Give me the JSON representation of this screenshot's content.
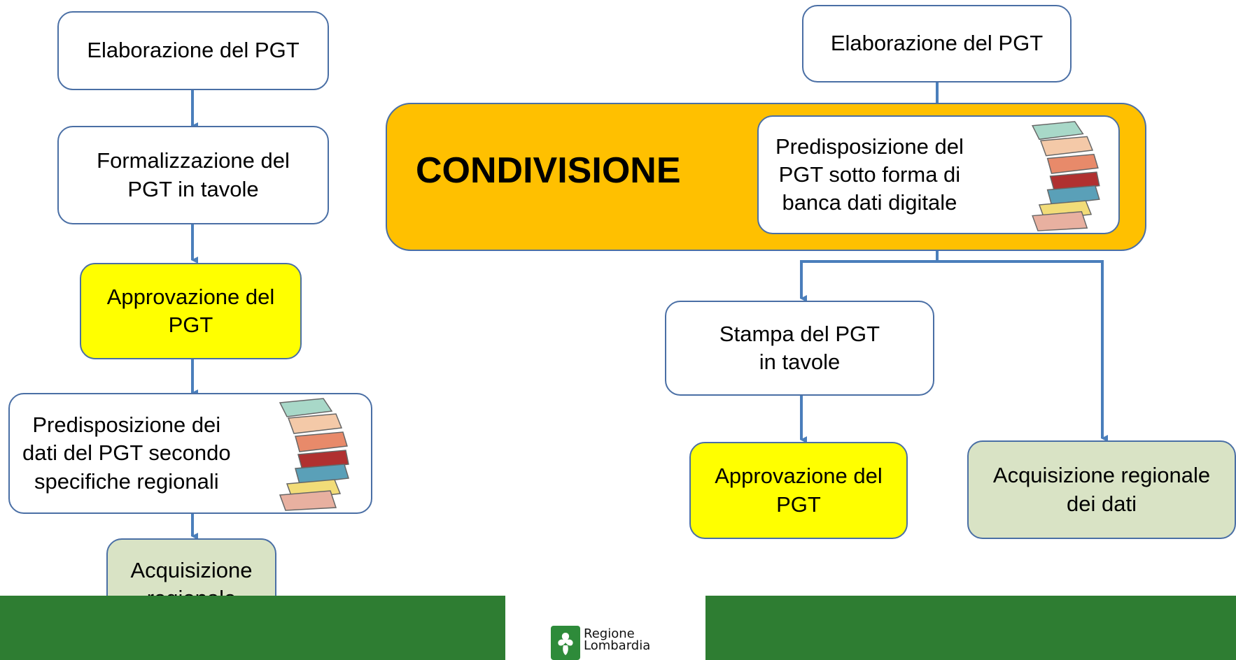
{
  "left_flow": {
    "step1": "Elaborazione del PGT",
    "step2": "Formalizzazione del\nPGT in tavole",
    "step3": "Approvazione del\nPGT",
    "step4": "Predisposizione dei\ndati del PGT secondo\nspecifiche regionali",
    "step5": "Acquisizione\nregionale\ndei dati"
  },
  "right_flow": {
    "step1": "Elaborazione del PGT",
    "band_label": "CONDIVISIONE",
    "step2": "Predisposizione del\nPGT sotto forma di\nbanca dati digitale",
    "step3": "Stampa del PGT\nin tavole",
    "step4": "Approvazione del\nPGT",
    "step5": "Acquisizione regionale\ndei dati"
  },
  "icons": [
    "map-layers-icon"
  ],
  "colors": {
    "connector": "#4a7ebb",
    "box_border": "#4a6fa5",
    "highlight_yellow": "#ffff00",
    "band_orange": "#ffc000",
    "acquisition_green": "#d9e3c5",
    "footer_green": "#2e7d32"
  },
  "footer": {
    "logo_text": "Regione\nLombardia"
  }
}
